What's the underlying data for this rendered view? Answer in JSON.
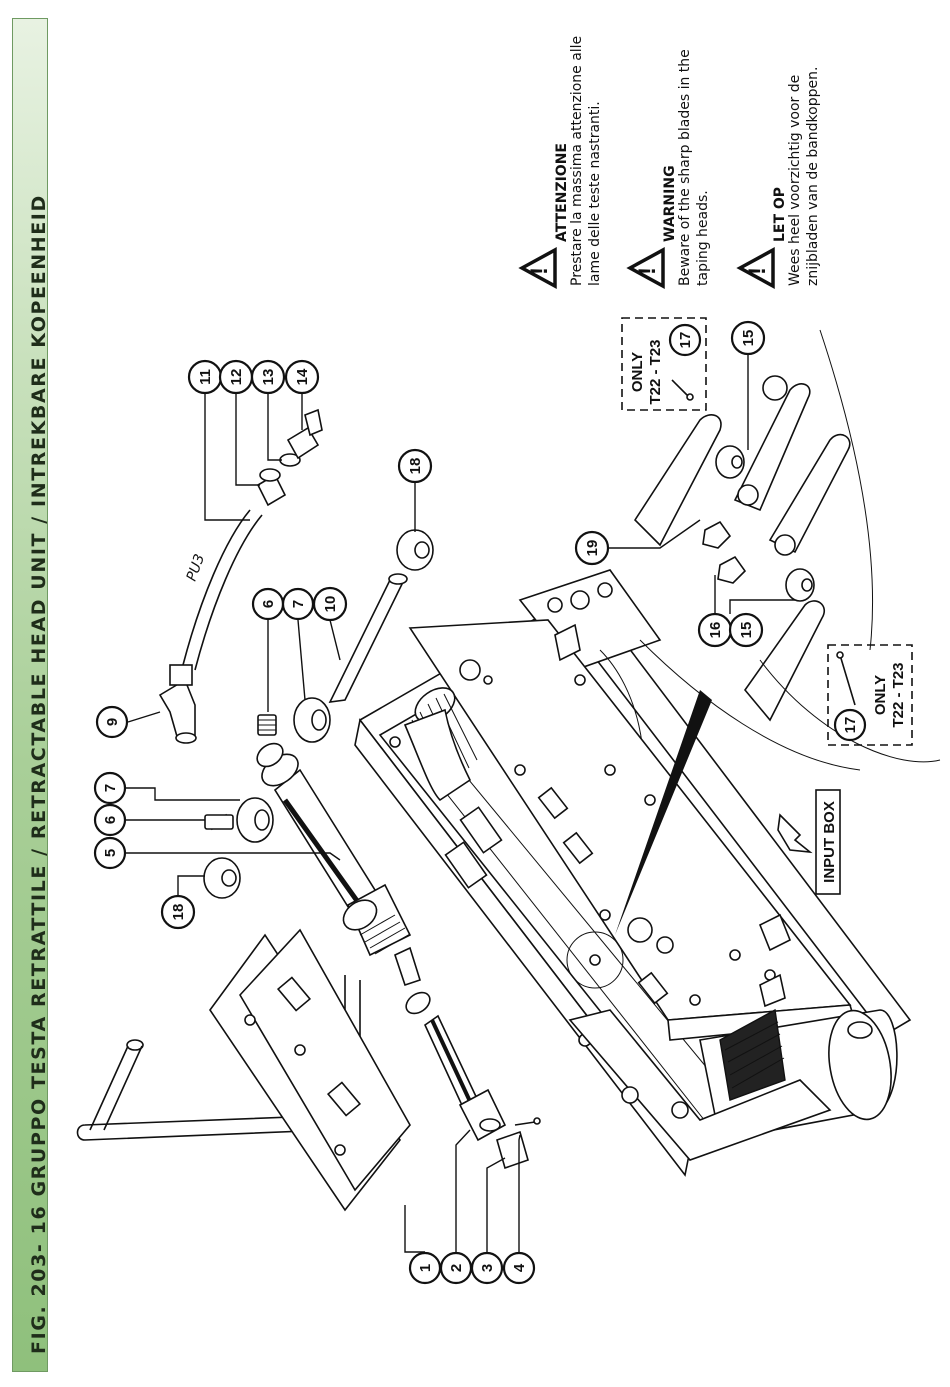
{
  "title": "FIG. 203- 16 GRUPPO TESTA RETRATTILE / RETRACTABLE HEAD UNIT / INTREKBARE KOPEENHEID",
  "callouts": {
    "c1": "1",
    "c2": "2",
    "c3": "3",
    "c4": "4",
    "c5": "5",
    "c6a": "6",
    "c7a": "7",
    "c18a": "18",
    "c9": "9",
    "c6b": "6",
    "c7b": "7",
    "c10": "10",
    "c11": "11",
    "c12": "12",
    "c13": "13",
    "c14": "14",
    "c18b": "18",
    "c19": "19",
    "c16": "16",
    "c15a": "15",
    "c15b": "15",
    "c17a": "17",
    "c17b": "17"
  },
  "hose_label": "PU3",
  "input_box": "INPUT BOX",
  "only_box_top": {
    "line1": "ONLY",
    "line2": "T22 - T23"
  },
  "only_box_bottom": {
    "line1": "ONLY",
    "line2": "T22 - T23"
  },
  "warnings": [
    {
      "icon": "warning-triangle-icon",
      "heading": "ATTENZIONE",
      "line1": "Prestare la massima attenzione alle",
      "line2": "lame delle teste nastranti."
    },
    {
      "icon": "warning-triangle-icon",
      "heading": "WARNING",
      "line1": "Beware of the sharp blades in the",
      "line2": "taping heads."
    },
    {
      "icon": "warning-triangle-icon",
      "heading": "LET OP",
      "line1": "Wees heel voorzichtig voor de",
      "line2": "znijbladen van de bandkoppen."
    }
  ],
  "colors": {
    "title_bar": "#a9cf98",
    "ink": "#111111"
  }
}
